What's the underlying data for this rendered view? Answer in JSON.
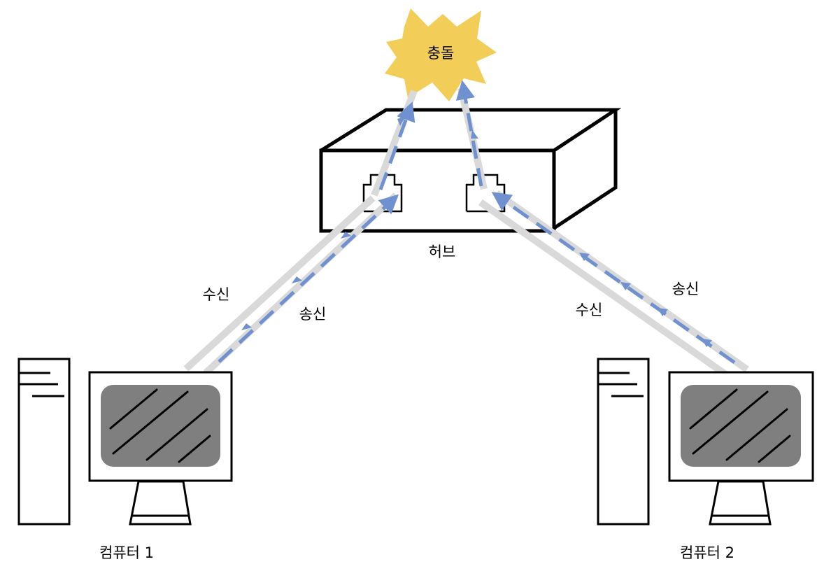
{
  "labels": {
    "collision": "충돌",
    "hub": "허브",
    "computer1": "컴퓨터 1",
    "computer2": "컴퓨터 2",
    "left_receive": "수신",
    "left_send": "송신",
    "right_receive": "수신",
    "right_send": "송신"
  },
  "colors": {
    "burst": "#f2cd57",
    "cable": "#d9d9d9",
    "signal": "#6f91cf",
    "screen": "#7f7f7f",
    "outline": "#000000"
  },
  "icons": [
    "collision-burst-icon",
    "hub-icon",
    "computer-icon",
    "network-port-icon",
    "signal-arrow-icon"
  ]
}
